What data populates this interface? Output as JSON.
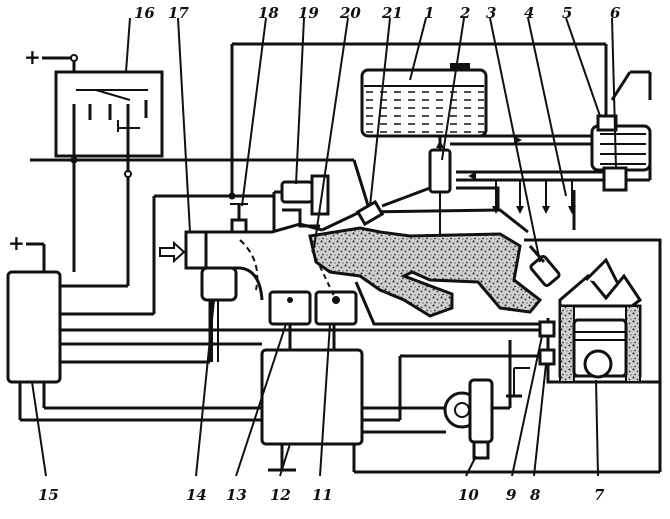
{
  "power_symbols": {
    "plus_top": "+",
    "plus_left": "+"
  },
  "callouts": {
    "1": "1",
    "2": "2",
    "3": "3",
    "4": "4",
    "5": "5",
    "6": "6",
    "7": "7",
    "8": "8",
    "9": "9",
    "10": "10",
    "11": "11",
    "12": "12",
    "13": "13",
    "14": "14",
    "15": "15",
    "16": "16",
    "17": "17",
    "18": "18",
    "19": "19",
    "20": "20",
    "21": "21"
  }
}
